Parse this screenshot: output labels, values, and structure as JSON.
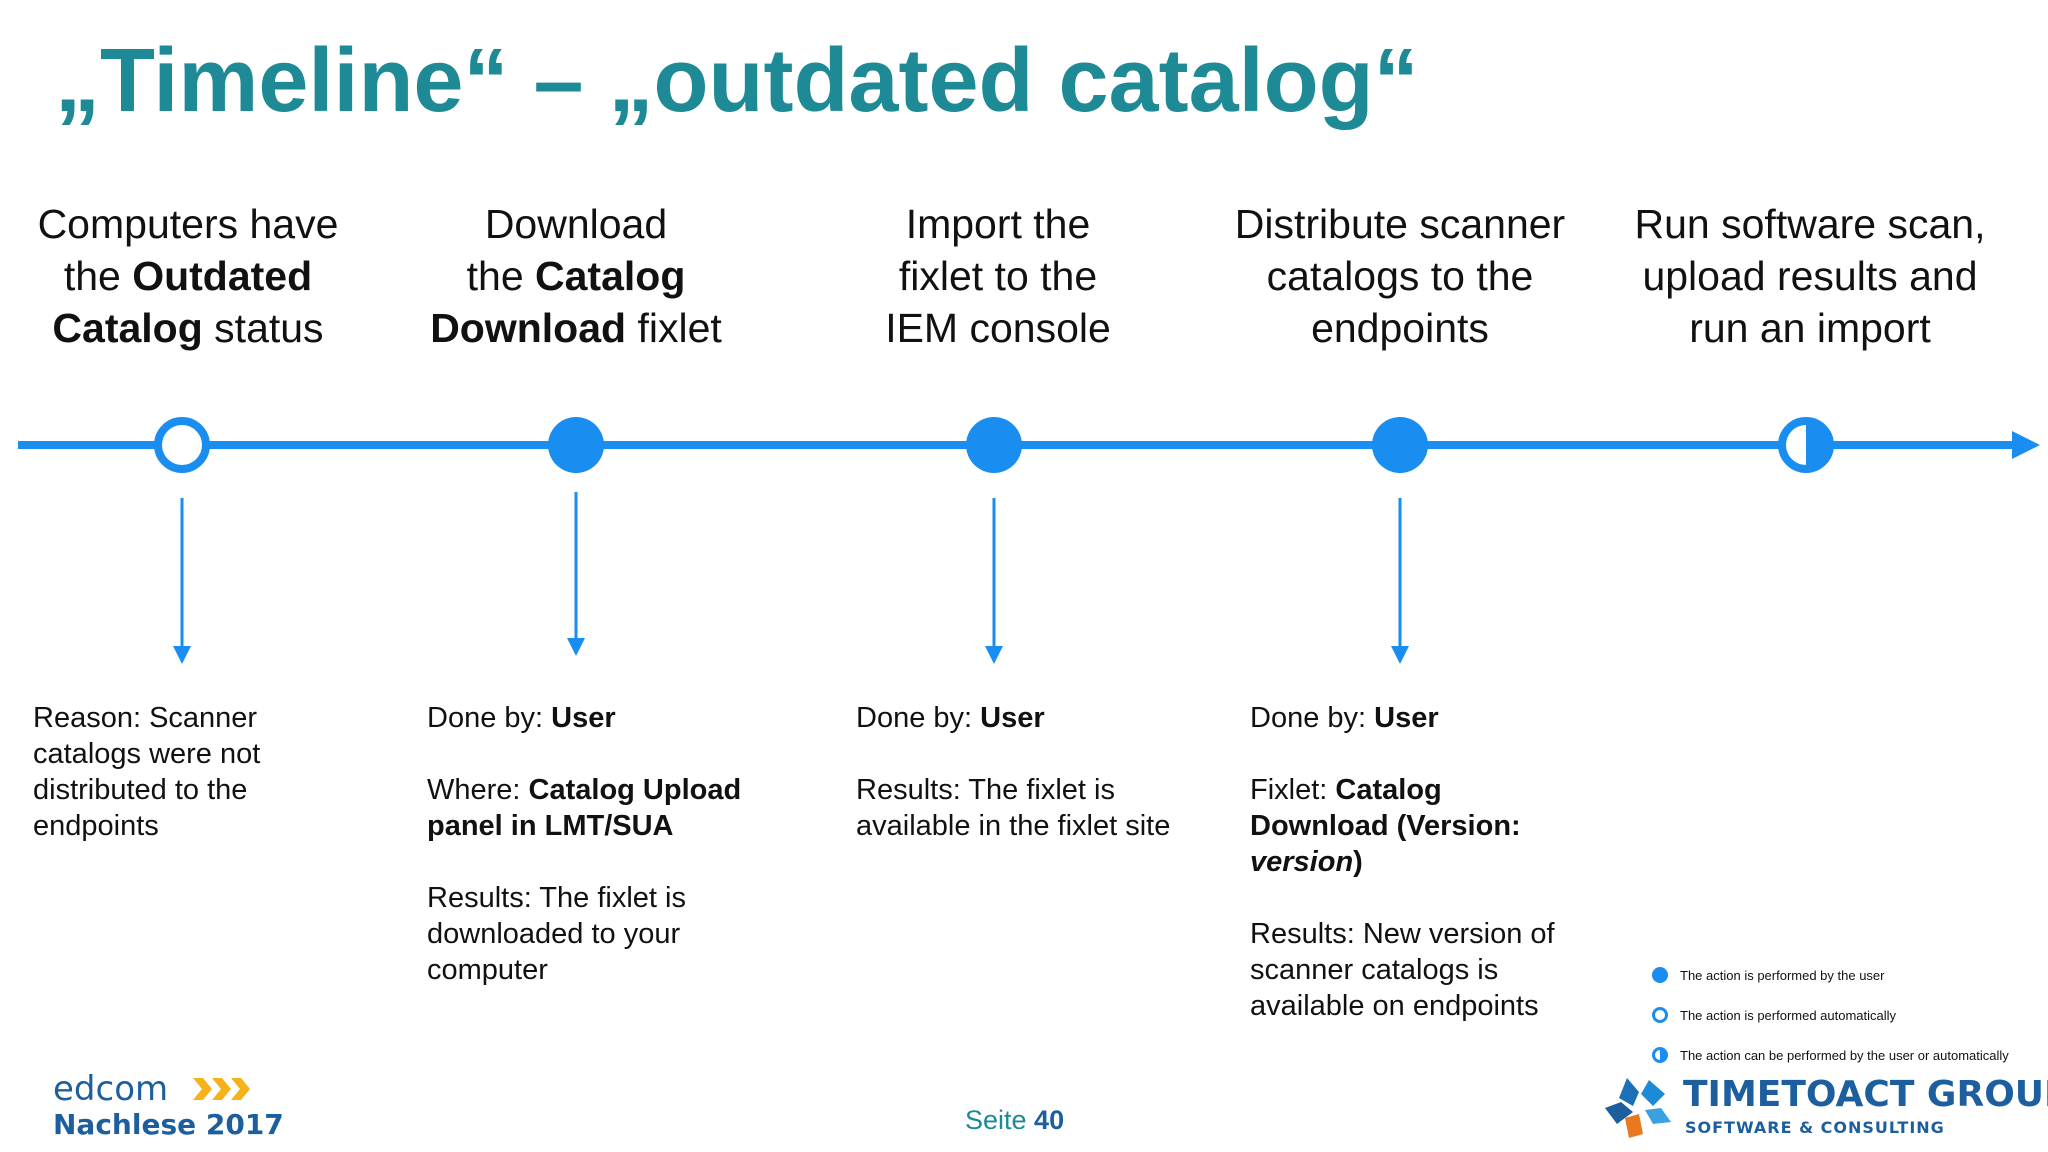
{
  "title": "„Timeline“ – „outdated catalog“",
  "colors": {
    "accent": "#1a8ef0",
    "title": "#1d8a96",
    "brand": "#1d5f9e"
  },
  "steps": [
    {
      "title_parts": [
        "Computers have",
        "the ",
        "Outdated",
        "Catalog",
        " status"
      ],
      "node_type": "automatic",
      "details": [
        [
          "Reason: Scanner catalogs were not distributed to the endpoints"
        ]
      ]
    },
    {
      "title_parts": [
        "Download",
        "the ",
        "Catalog",
        "Download",
        " fixlet"
      ],
      "node_type": "user",
      "details": [
        [
          "Done by: ",
          "User"
        ],
        [
          "Where: ",
          "Catalog Upload panel in LMT/SUA"
        ],
        [
          "Results: The fixlet is downloaded to your computer"
        ]
      ]
    },
    {
      "title_parts": [
        "Import the",
        "fixlet to the",
        "IEM console"
      ],
      "node_type": "user",
      "details": [
        [
          "Done by: ",
          "User"
        ],
        [
          "Results: The fixlet is available in the fixlet site"
        ]
      ]
    },
    {
      "title_parts": [
        "Distribute scanner",
        "catalogs to the",
        "endpoints"
      ],
      "node_type": "user",
      "details": [
        [
          "Done by: ",
          "User"
        ],
        [
          "Fixlet: ",
          "Catalog Download (Version: ",
          "version",
          ")"
        ],
        [
          "Results: New version of scanner catalogs is available on endpoints"
        ]
      ]
    },
    {
      "title_parts": [
        "Run software scan,",
        "upload results and",
        "run an import"
      ],
      "node_type": "both",
      "details": []
    }
  ],
  "legend": [
    {
      "type": "user",
      "icon": "filled-circle-icon",
      "label": "The action is performed by the user"
    },
    {
      "type": "automatic",
      "icon": "empty-circle-icon",
      "label": "The action is performed automatically"
    },
    {
      "type": "both",
      "icon": "half-circle-icon",
      "label": "The action can be performed by the user or automatically"
    }
  ],
  "footer": {
    "left_line1": "edcom",
    "left_line2": "Nachlese 2017",
    "page_label": "Seite ",
    "page_number": "40",
    "right_name": "TIMETOACT GROUP",
    "right_sub": "SOFTWARE & CONSULTING"
  }
}
